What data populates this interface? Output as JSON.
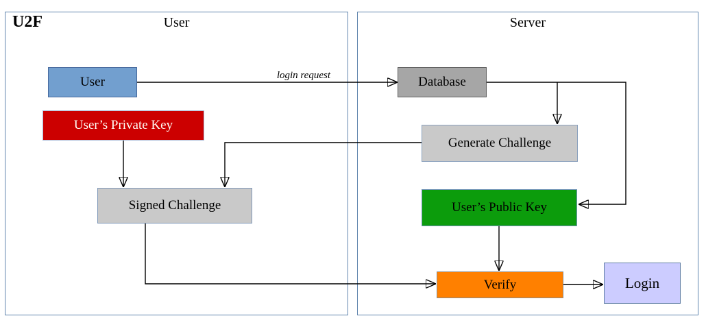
{
  "title": "U2F",
  "panels": [
    {
      "id": "user",
      "label": "User"
    },
    {
      "id": "server",
      "label": "Server"
    }
  ],
  "nodes": {
    "user": {
      "label": "User",
      "fill": "#729fcf",
      "text_color": "#000000"
    },
    "private_key": {
      "label": "User’s Private Key",
      "fill": "#cc0000",
      "text_color": "#fffdf5"
    },
    "signed_challenge": {
      "label": "Signed Challenge",
      "fill": "#c9c9c9",
      "text_color": "#000000"
    },
    "database": {
      "label": "Database",
      "fill": "#a6a6a6",
      "text_color": "#000000"
    },
    "generate_challenge": {
      "label": "Generate Challenge",
      "fill": "#c9c9c9",
      "text_color": "#000000"
    },
    "public_key": {
      "label": "User’s Public Key",
      "fill": "#0c9c0c",
      "text_color": "#000000"
    },
    "verify": {
      "label": "Verify",
      "fill": "#ff8000",
      "text_color": "#000000"
    },
    "login": {
      "label": "Login",
      "fill": "#ccccff",
      "text_color": "#000000"
    }
  },
  "edges": [
    {
      "name": "user-to-database",
      "label": "login request"
    },
    {
      "name": "database-to-public-key",
      "label": ""
    },
    {
      "name": "database-to-generate-challenge",
      "label": ""
    },
    {
      "name": "generate-challenge-to-signed-challenge",
      "label": ""
    },
    {
      "name": "private-key-to-signed-challenge",
      "label": ""
    },
    {
      "name": "public-key-to-verify",
      "label": ""
    },
    {
      "name": "signed-challenge-to-verify",
      "label": ""
    },
    {
      "name": "verify-to-login",
      "label": ""
    }
  ],
  "colors": {
    "panel_border": "#5f84ad",
    "edge_stroke": "#000000",
    "background": "#ffffff"
  }
}
